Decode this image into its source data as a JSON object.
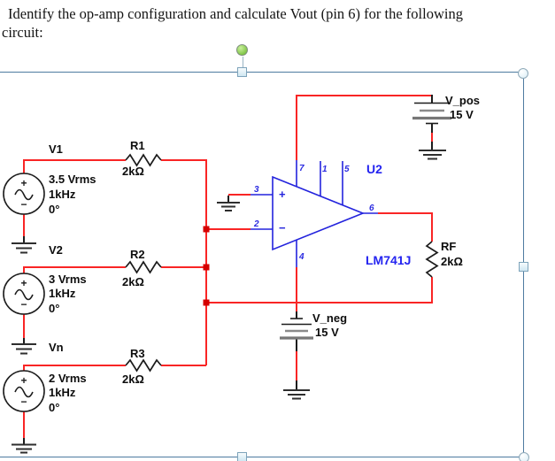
{
  "question": {
    "line1": "Identify the op-amp configuration and calculate Vout (pin 6) for the following",
    "line2": "circuit:"
  },
  "schematic": {
    "sources": [
      {
        "name": "V1",
        "amplitude": "3.5 Vrms",
        "frequency": "1kHz",
        "phase": "0°"
      },
      {
        "name": "V2",
        "amplitude": "3 Vrms",
        "frequency": "1kHz",
        "phase": "0°"
      },
      {
        "name": "Vn",
        "amplitude": "2 Vrms",
        "frequency": "1kHz",
        "phase": "0°"
      }
    ],
    "polarity": {
      "plus": "+",
      "minus": "−"
    },
    "resistors": [
      {
        "name": "R1",
        "value": "2kΩ"
      },
      {
        "name": "R2",
        "value": "2kΩ"
      },
      {
        "name": "R3",
        "value": "2kΩ"
      },
      {
        "name": "RF",
        "value": "2kΩ"
      }
    ],
    "opamp": {
      "designator": "U2",
      "part": "LM741J",
      "input_plus": "+",
      "input_minus": "−",
      "pins": {
        "p1": "1",
        "p2": "2",
        "p3": "3",
        "p4": "4",
        "p5": "5",
        "p6": "6",
        "p7": "7"
      }
    },
    "supplies": [
      {
        "name": "V_pos",
        "value": "15 V"
      },
      {
        "name": "V_neg",
        "value": "15 V"
      }
    ]
  },
  "colors": {
    "wire_red": "#f92525",
    "junction_red": "#d40000",
    "schematic_blue": "#2323dd",
    "label_blue": "#2424f0",
    "label_black": "#0d0d0d",
    "selection_border": "#4e7ba0",
    "handle_fill": "#dceef7",
    "handle_border": "#7da3ba",
    "rotate_handle_green": "#86d73e"
  }
}
